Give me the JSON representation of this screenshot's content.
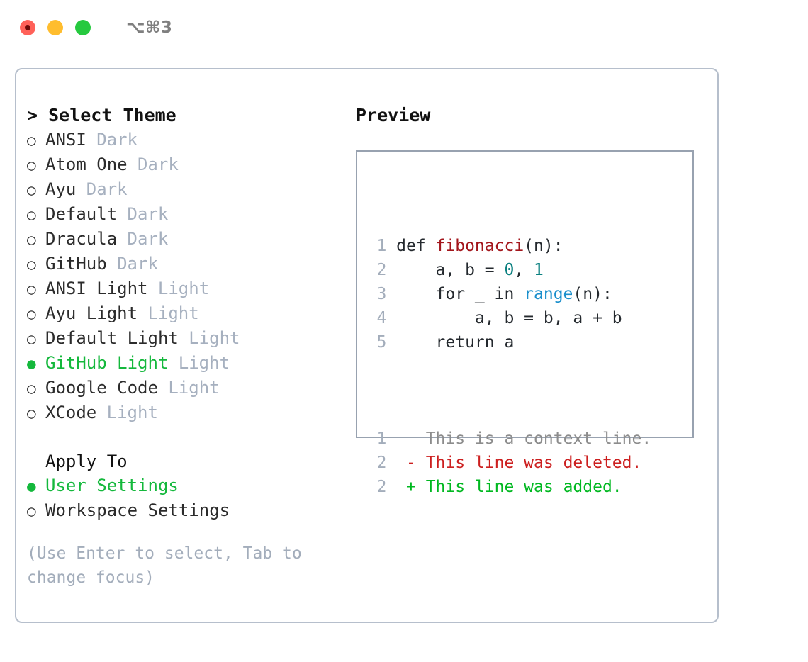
{
  "titlebar": {
    "traffic_lights": [
      "close",
      "minimize",
      "maximize"
    ],
    "shortcut": "⌥⌘3"
  },
  "theme_picker": {
    "header": "> Select Theme",
    "options": [
      {
        "bullet": "○",
        "label": "ANSI",
        "tag": "Dark",
        "selected": false
      },
      {
        "bullet": "○",
        "label": "Atom One",
        "tag": "Dark",
        "selected": false
      },
      {
        "bullet": "○",
        "label": "Ayu",
        "tag": "Dark",
        "selected": false
      },
      {
        "bullet": "○",
        "label": "Default",
        "tag": "Dark",
        "selected": false
      },
      {
        "bullet": "○",
        "label": "Dracula",
        "tag": "Dark",
        "selected": false
      },
      {
        "bullet": "○",
        "label": "GitHub",
        "tag": "Dark",
        "selected": false
      },
      {
        "bullet": "○",
        "label": "ANSI Light",
        "tag": "Light",
        "selected": false
      },
      {
        "bullet": "○",
        "label": "Ayu Light",
        "tag": "Light",
        "selected": false
      },
      {
        "bullet": "○",
        "label": "Default Light",
        "tag": "Light",
        "selected": false
      },
      {
        "bullet": "●",
        "label": "GitHub Light",
        "tag": "Light",
        "selected": true
      },
      {
        "bullet": "○",
        "label": "Google Code",
        "tag": "Light",
        "selected": false
      },
      {
        "bullet": "○",
        "label": "XCode",
        "tag": "Light",
        "selected": false
      }
    ]
  },
  "apply_to": {
    "label": "Apply To",
    "options": [
      {
        "bullet": "●",
        "label": "User Settings",
        "selected": true
      },
      {
        "bullet": "○",
        "label": "Workspace Settings",
        "selected": false
      }
    ]
  },
  "hint": "(Use Enter to select, Tab to change focus)",
  "preview": {
    "title": "Preview",
    "code_lines": [
      {
        "num": "1",
        "tokens": [
          {
            "t": "def ",
            "c": "plain"
          },
          {
            "t": "fibonacci",
            "c": "fn"
          },
          {
            "t": "(n):",
            "c": "plain"
          }
        ]
      },
      {
        "num": "2",
        "tokens": [
          {
            "t": "    a, b = ",
            "c": "plain"
          },
          {
            "t": "0",
            "c": "num"
          },
          {
            "t": ", ",
            "c": "plain"
          },
          {
            "t": "1",
            "c": "num"
          }
        ]
      },
      {
        "num": "3",
        "tokens": [
          {
            "t": "    for _ in ",
            "c": "plain"
          },
          {
            "t": "range",
            "c": "builtin"
          },
          {
            "t": "(n):",
            "c": "plain"
          }
        ]
      },
      {
        "num": "4",
        "tokens": [
          {
            "t": "        a, b = b, a + b",
            "c": "plain"
          }
        ]
      },
      {
        "num": "5",
        "tokens": [
          {
            "t": "    return a",
            "c": "plain"
          }
        ]
      }
    ],
    "diff_lines": [
      {
        "num": "1",
        "marker": " ",
        "text": " This is a context line.",
        "kind": "ctx"
      },
      {
        "num": "2",
        "marker": "-",
        "text": " This line was deleted.",
        "kind": "del"
      },
      {
        "num": "2",
        "marker": "+",
        "text": " This line was added.",
        "kind": "add"
      }
    ]
  },
  "colors": {
    "selected_green": "#14b83c",
    "tag_gray": "#a6b0bf",
    "hint_gray": "#a3adbb",
    "fn_red": "#a3161c",
    "num_teal": "#0b8080",
    "builtin_blue": "#1a8fcc",
    "diff_del": "#cc1f1f",
    "diff_add": "#00b820",
    "diff_ctx": "#8c8c8c",
    "panel_border": "#b6bfcc",
    "preview_border": "#98a2b0"
  }
}
